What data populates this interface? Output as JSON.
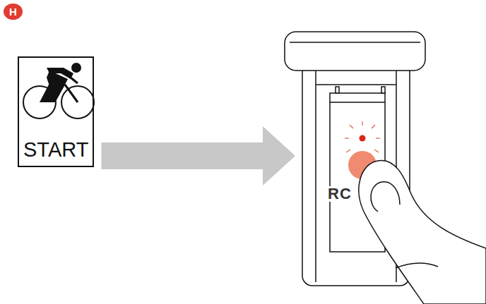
{
  "diagram": {
    "nodes": [
      {
        "text": [
          "H"
        ]
      },
      {
        "text": [
          "START"
        ]
      },
      {
        "text": [
          "RC"
        ]
      }
    ],
    "edges": [
      {
        "from": 1,
        "to": 2,
        "arrow": "to"
      }
    ]
  }
}
